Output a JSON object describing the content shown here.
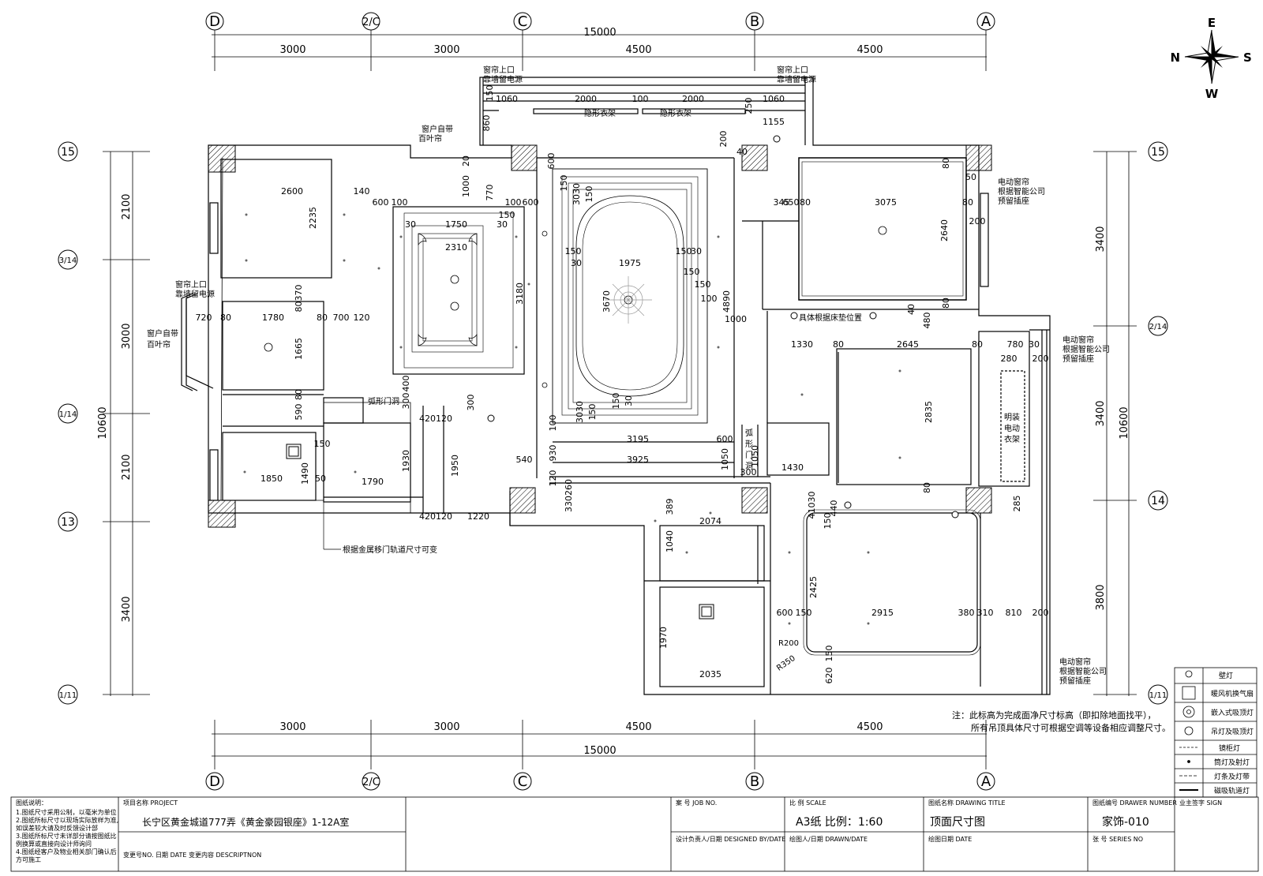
{
  "compass": {
    "north": "N",
    "east": "E",
    "south": "S",
    "west": "W"
  },
  "axes": {
    "columns": [
      "D",
      "2/C",
      "C",
      "B",
      "A"
    ],
    "rows_left": [
      "15",
      "3/14",
      "1/14",
      "13",
      "1/11"
    ],
    "rows_right": [
      "15",
      "2/14",
      "14",
      "1/11"
    ]
  },
  "dims": {
    "top_total": "15000",
    "top_segments": [
      "3000",
      "3000",
      "4500",
      "4500"
    ],
    "bottom_total": "15000",
    "bottom_segments": [
      "3000",
      "3000",
      "4500",
      "4500"
    ],
    "left_total": "10600",
    "left_segments": [
      "2100",
      "3000",
      "2100",
      "3400"
    ],
    "right_total": "10600",
    "right_segments": [
      "3400",
      "3400",
      "3800"
    ]
  },
  "labels": {
    "curtain_top_l1": "窗帘上口",
    "curtain_top_l2": "靠墙留电源",
    "curtain_top_r1": "窗帘上口",
    "curtain_top_r2": "靠墙留电源",
    "hidden_wardrobe_1": "隐形衣架",
    "hidden_wardrobe_2": "隐形衣架",
    "window_blind_1a": "窗户自带",
    "window_blind_1b": "百叶帘",
    "curtain_left_1": "窗帘上口",
    "curtain_left_2": "靠墙留电源",
    "window_blind_2a": "窗户自带",
    "window_blind_2b": "百叶帘",
    "arch_door_1": "弧形门洞",
    "arch_door_2": [
      "弧",
      "形",
      "门",
      "洞"
    ],
    "bed_pos": "具体根据床垫位置",
    "electric_curtain_1": [
      "电动窗帘",
      "根据智能公司",
      "预留插座"
    ],
    "electric_curtain_2": [
      "电动窗帘",
      "根据智能公司",
      "预留插座"
    ],
    "electric_curtain_3": [
      "电动窗帘",
      "根据智能公司",
      "预留插座"
    ],
    "open_wardrobe": [
      "明装",
      "电动",
      "衣架"
    ],
    "rail_note": "根据金属移门轨道尺寸可变",
    "radius_1": "R200",
    "radius_2": "R350"
  },
  "dim_numbers": {
    "n150a": "150",
    "n1060a": "1060",
    "n2000a": "2000",
    "n100a": "100",
    "n2000b": "2000",
    "n250": "250",
    "n1060b": "1060",
    "n860": "860",
    "n1155": "1155",
    "n200a": "200",
    "n40a": "40",
    "n600a": "600",
    "n150b": "150",
    "n3030a": "3030",
    "n150c": "150",
    "n20": "20",
    "n1000": "1000",
    "n770": "770",
    "n100b": "100",
    "n600b": "600",
    "n2600": "2600",
    "n140": "140",
    "n600c": "600",
    "n100c": "100",
    "n2235": "2235",
    "n150d": "150",
    "n30a": "30",
    "n1750": "1750",
    "n30b": "30",
    "n2310": "2310",
    "n3180": "3180",
    "n150e": "150",
    "n30c": "30",
    "n1975": "1975",
    "n150f": "150",
    "n30d": "30",
    "n150g": "150",
    "n3670": "3670",
    "n150h": "150",
    "n100d": "100",
    "n4890": "4890",
    "n345": "345",
    "n650": "650",
    "n80a": "80",
    "n3075": "3075",
    "n80b": "80",
    "n80c": "80",
    "n50a": "50",
    "n200b": "200",
    "n2640": "2640",
    "n80d": "80",
    "n80370": "80370",
    "n720": "720",
    "n80e": "80",
    "n1780": "1780",
    "n80f": "80",
    "n700": "700",
    "n120a": "120",
    "n1665": "1665",
    "n1000b": "1000",
    "n40b": "40",
    "n480": "480",
    "n1330": "1330",
    "n80g": "80",
    "n2645": "2645",
    "n80h": "80",
    "n780": "780",
    "n30e": "30",
    "n280": "280",
    "n200c": "200",
    "n80i": "80",
    "n590": "590",
    "n400": "400",
    "n300a": "300",
    "n300b": "300",
    "n420120a": "420120",
    "n2835": "2835",
    "n100e": "100",
    "n3030b": "3030",
    "n150i": "150",
    "n150j": "150",
    "n30f": "30",
    "n3195": "3195",
    "n600d": "600",
    "n1050a": "1050",
    "n1050b": "1050",
    "n1850": "1850",
    "n1490": "1490",
    "n150k": "150",
    "n50b": "50",
    "n1790": "1790",
    "n1930": "1930",
    "n1950": "1950",
    "n540": "540",
    "n930": "930",
    "n3925": "3925",
    "n1430": "1430",
    "n300c": "300",
    "n120b": "120",
    "n330260": "330260",
    "n420120b": "420120",
    "n1220": "1220",
    "n80j": "80",
    "n41030": "41030",
    "n150l": "150",
    "n440": "440",
    "n285": "285",
    "n389": "389",
    "n2074": "2074",
    "n1040": "1040",
    "n2425": "2425",
    "n600e": "600",
    "n150m": "150",
    "n2915": "2915",
    "n380": "380",
    "n310": "310",
    "n810": "810",
    "n200d": "200",
    "n1970": "1970",
    "n2035": "2035",
    "n150n": "150",
    "n620": "620"
  },
  "note": {
    "line1": "注：此标高为完成面净尺寸标高（即扣除地面找平），",
    "line2": "所有吊顶具体尺寸可根据空调等设备相应调整尺寸。"
  },
  "legend": [
    {
      "label": "壁灯",
      "icon": "wall-lamp-icon"
    },
    {
      "label": "暖风机换气扇",
      "icon": "heater-fan-icon"
    },
    {
      "label": "嵌入式吸顶灯",
      "icon": "recessed-light-icon"
    },
    {
      "label": "吊灯及吸顶灯",
      "icon": "pendant-light-icon"
    },
    {
      "label": "镜柜灯",
      "icon": "mirror-light-icon"
    },
    {
      "label": "筒灯及射灯",
      "icon": "downlight-icon"
    },
    {
      "label": "灯条及灯带",
      "icon": "light-strip-icon"
    },
    {
      "label": "磁吸轨道灯",
      "icon": "track-light-icon"
    }
  ],
  "title_block": {
    "notes_title": "图纸说明：",
    "notes": [
      "1.图纸尺寸采用公制，以毫米为单位",
      "2.图纸所标尺寸以现场实际放样为准,",
      "如误差较大请及时反馈设计部",
      "3.图纸所标尺寸未详部分请按图纸比",
      "例换算或直接向设计师询问",
      "4.图纸经客户及物业相关部门确认后",
      "方可施工"
    ],
    "project_label": "项目名称 PROJECT",
    "project_value": "长宁区黄金城道777弄《黄金豪园银座》1-12A室",
    "change_label": "变更号NO. 日期 DATE  变更内容 DESCRIPTNON",
    "job_label": "案  号 JOB NO.",
    "designer_label": "设计负责人/日期 DESIGNED BY/DATE",
    "scale_label": "比  例 SCALE",
    "scale_value": "A3纸  比例：1:60",
    "drawn_label": "绘图人/日期 DRAWN/DATE",
    "title_label": "图纸名称 DRAWING TITLE",
    "title_value": "顶面尺寸图",
    "date_label": "绘图日期 DATE",
    "number_label": "图纸编号 DRAWER NUMBER",
    "number_value": "家饰-010",
    "series_label": "张  号 SERIES NO",
    "sign_label": "业主签字 SIGN"
  }
}
